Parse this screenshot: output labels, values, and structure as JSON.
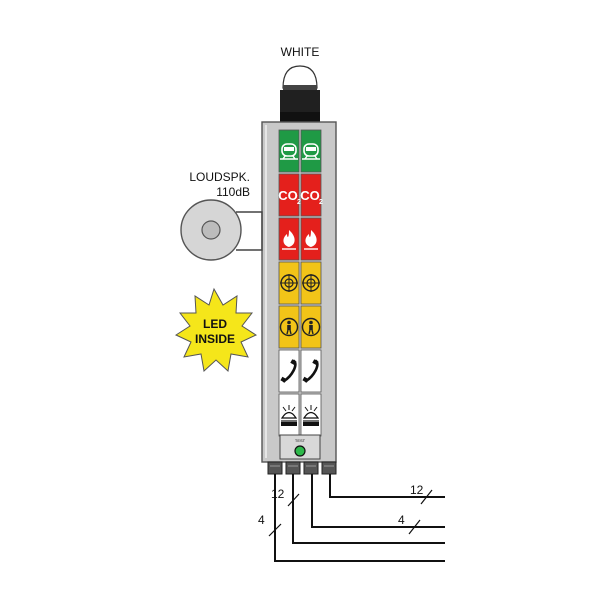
{
  "beacon": {
    "label": "WHITE",
    "color": "#ffffff"
  },
  "loudspeaker": {
    "label_line1": "LOUDSPK.",
    "label_line2": "110dB"
  },
  "led_badge": {
    "line1": "LED",
    "line2": "INSIDE",
    "color": "#f5e61a"
  },
  "modules": [
    {
      "name": "train",
      "color": "#1f9a45",
      "icon": "train-icon"
    },
    {
      "name": "co2",
      "color": "#e4201c",
      "icon": "co2-text",
      "text": "CO",
      "sub": "2"
    },
    {
      "name": "fire",
      "color": "#e4201c",
      "icon": "flame-icon"
    },
    {
      "name": "target",
      "color": "#f2c418",
      "icon": "target-icon"
    },
    {
      "name": "person",
      "color": "#f2c418",
      "icon": "person-icon"
    },
    {
      "name": "phone",
      "color": "#ffffff",
      "icon": "phone-icon"
    },
    {
      "name": "lamp",
      "color": "#ffffff",
      "icon": "lamp-icon"
    }
  ],
  "indicator": {
    "label": "TEST",
    "color": "#2db84a"
  },
  "cables": [
    {
      "count_label": "12"
    },
    {
      "count_label": "4"
    },
    {
      "count_label": "12"
    },
    {
      "count_label": "4"
    }
  ]
}
